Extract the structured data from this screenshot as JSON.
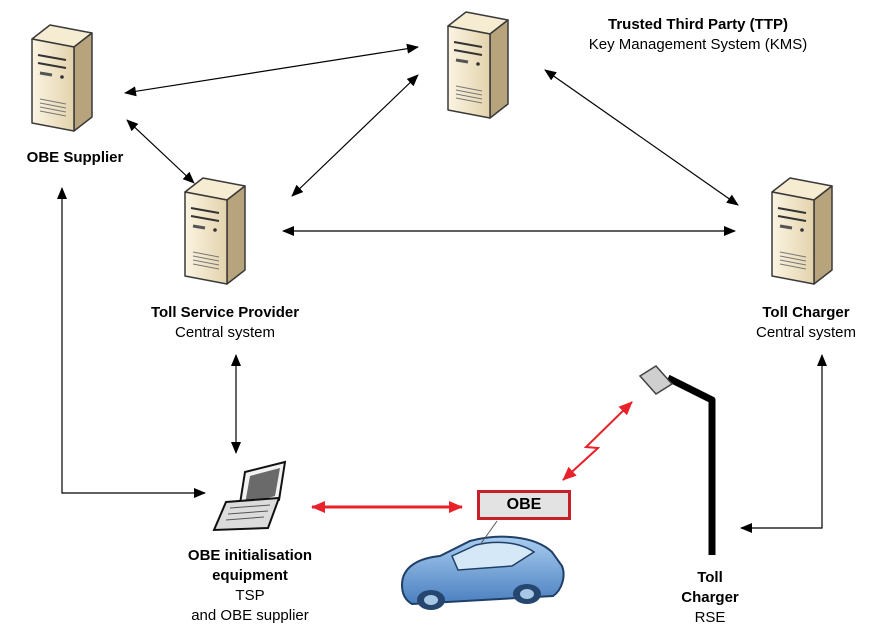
{
  "nodes": {
    "ttp": {
      "title": "Trusted Third Party (TTP)",
      "subtitle": "Key Management System (KMS)"
    },
    "obe_supplier": {
      "title": "OBE Supplier"
    },
    "tsp": {
      "title": "Toll Service Provider",
      "subtitle": "Central system"
    },
    "toll_charger": {
      "title": "Toll Charger",
      "subtitle": "Central system"
    },
    "obe_init": {
      "title_line1": "OBE initialisation",
      "title_line2": "equipment",
      "sub_line1": "TSP",
      "sub_line2": "and OBE supplier"
    },
    "obe": {
      "label": "OBE"
    },
    "rse": {
      "title_line1": "Toll",
      "title_line2": "Charger",
      "sub": "RSE"
    }
  },
  "colors": {
    "server_body": "#efe3c4",
    "server_side": "#b7a47c",
    "arrow_black": "#000000",
    "arrow_red": "#e8212b",
    "car_body": "#5f97cf",
    "obe_border": "#c8202a"
  }
}
